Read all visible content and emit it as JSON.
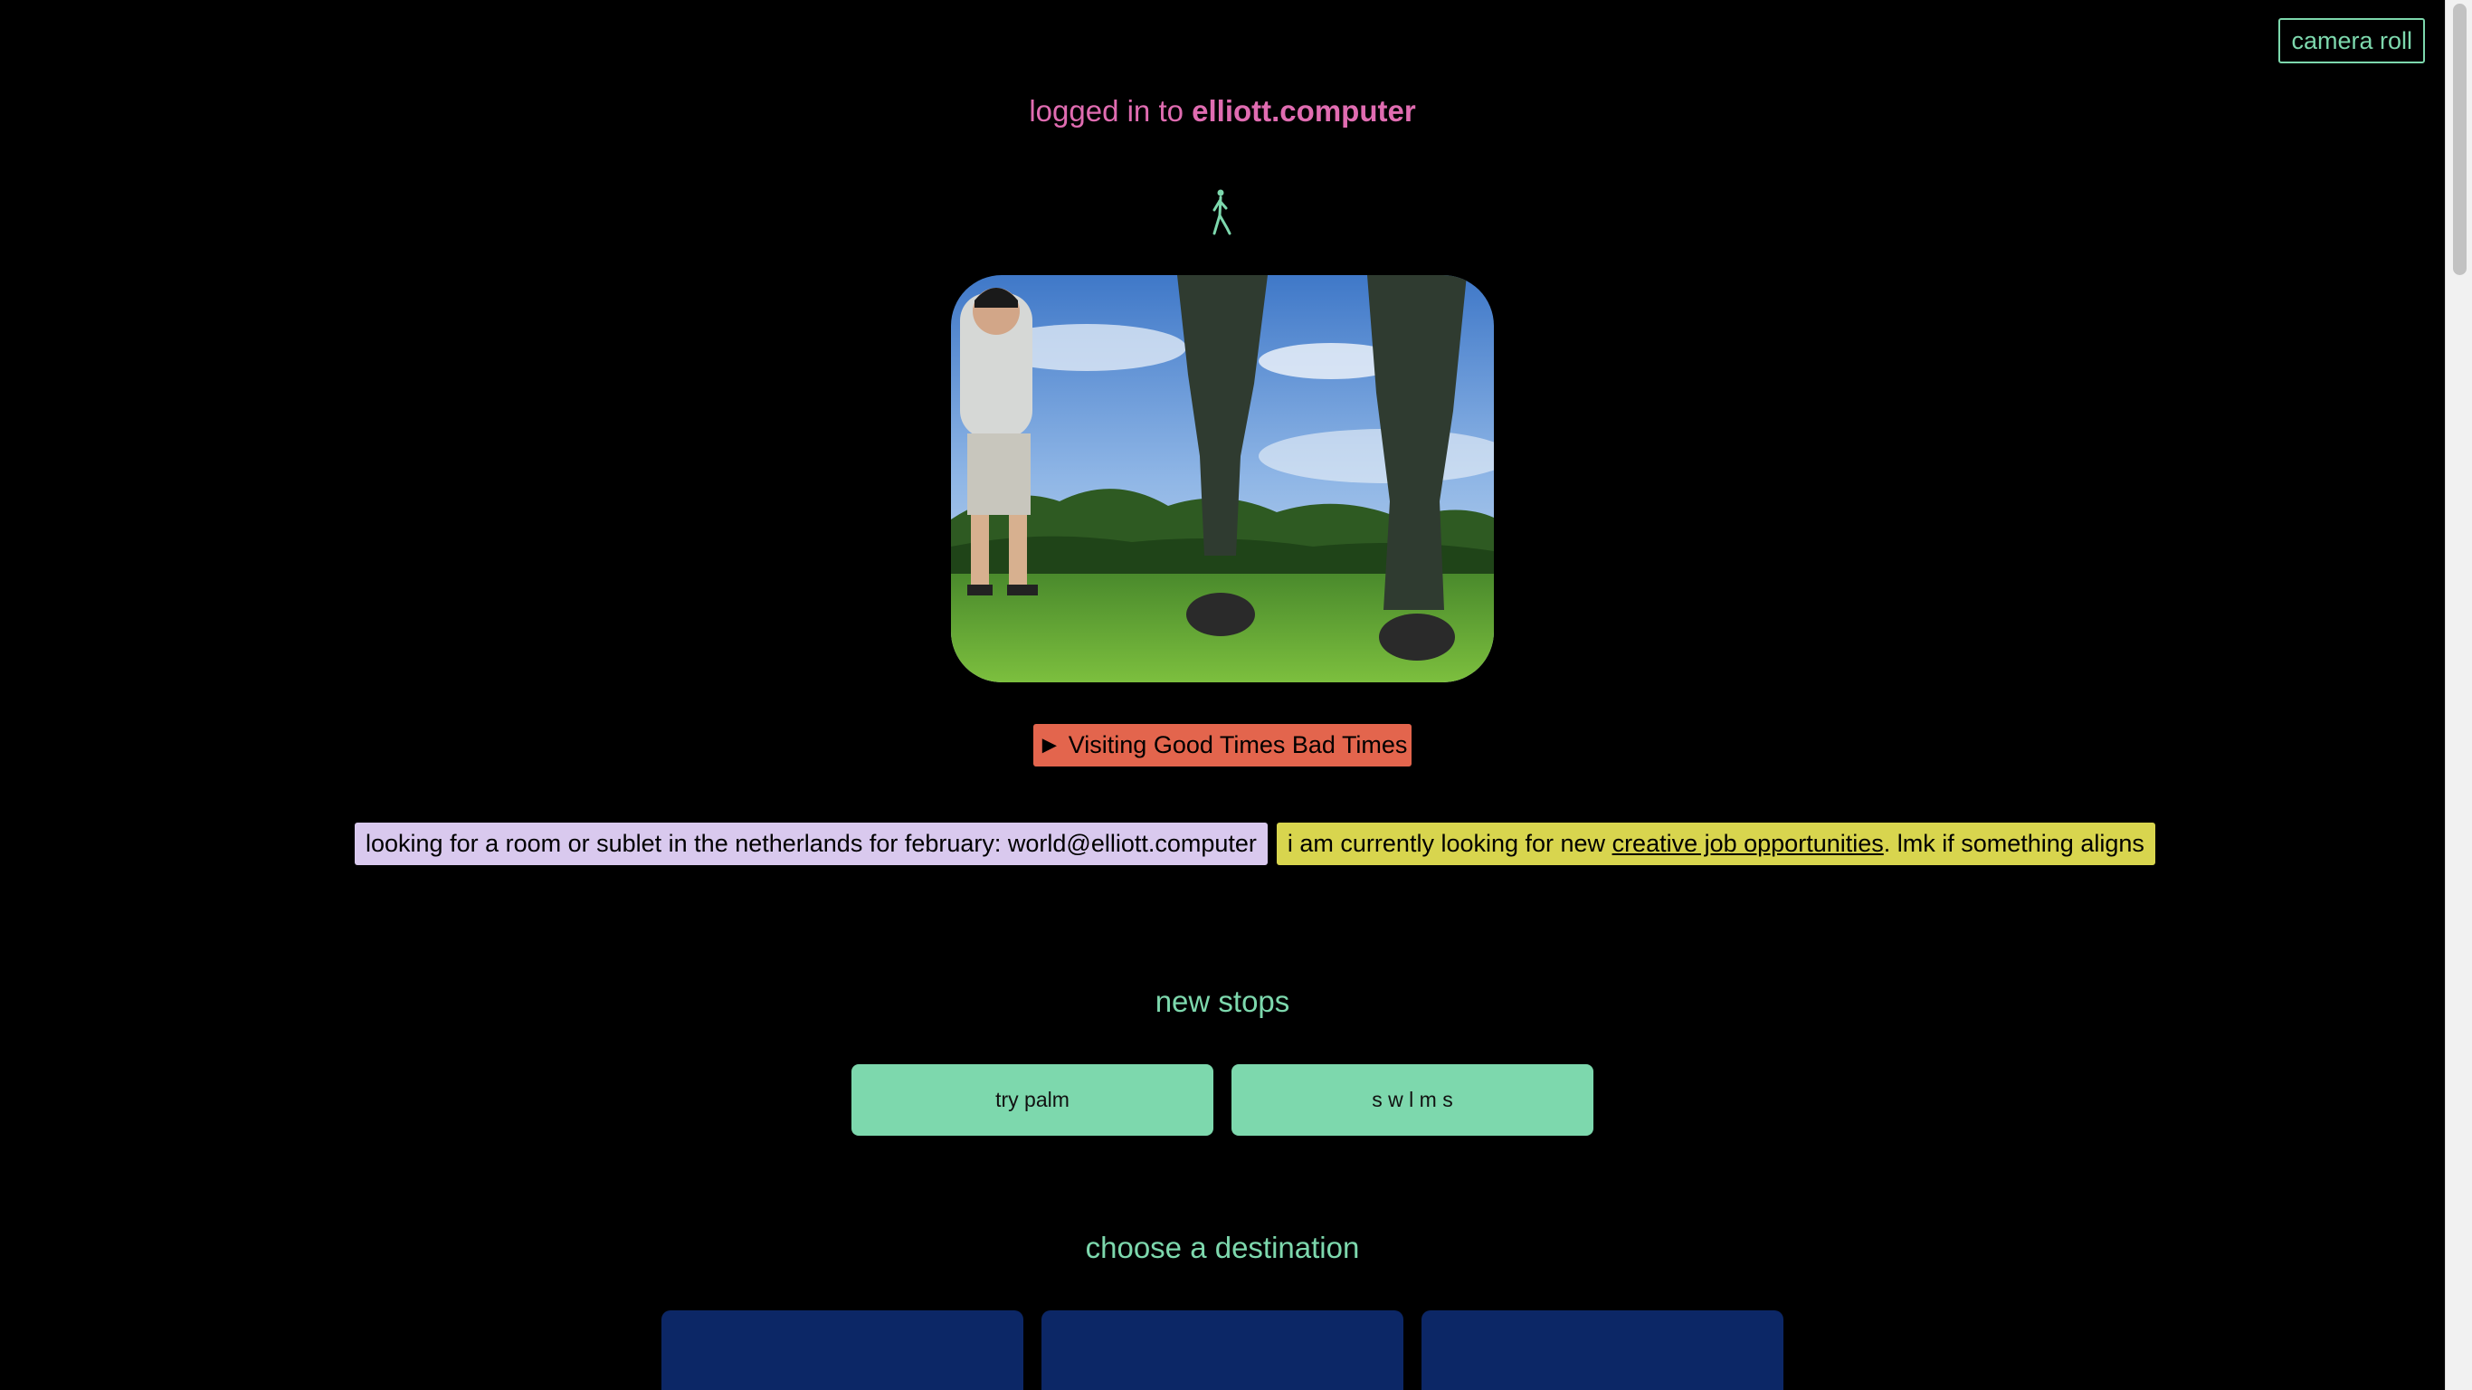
{
  "header": {
    "camera_roll_label": "camera roll",
    "login_prefix": "logged in to ",
    "login_site": "elliott.computer"
  },
  "icons": {
    "walker": "walking-figure-icon"
  },
  "hero": {
    "photo_description": "photo"
  },
  "now_playing": {
    "label": "► Visiting Good Times Bad Times"
  },
  "notices": {
    "housing": "looking for a room or sublet in the netherlands for february: world@elliott.computer",
    "job_prefix": "i am currently looking for new ",
    "job_link": "creative job opportunities",
    "job_suffix": ". lmk if something aligns"
  },
  "new_stops": {
    "title": "new stops",
    "items": [
      {
        "label": "try palm"
      },
      {
        "label": "s w l m s"
      }
    ]
  },
  "destinations": {
    "title": "choose a destination"
  },
  "colors": {
    "background": "#000000",
    "accent_green": "#7dd8ad",
    "pink": "#e06cb1",
    "play_red": "#e3654d",
    "lavender": "#d9c9ee",
    "yellow": "#d8d54e",
    "navy": "#0c2766"
  }
}
